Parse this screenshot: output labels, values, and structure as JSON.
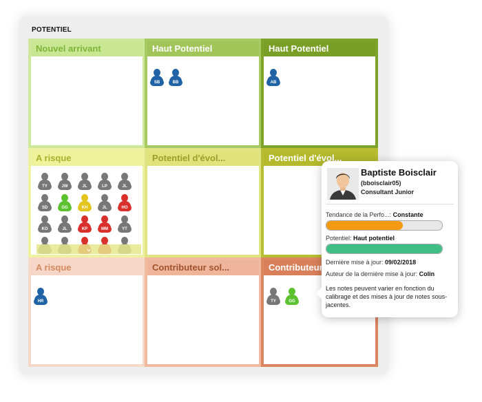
{
  "panel": {
    "title": "POTENTIEL"
  },
  "grid": [
    {
      "id": "nouvel-arrivant",
      "label": "Nouvel arrivant",
      "header_color": "#c9e693",
      "border_color": "#cde89b",
      "text_color": "#7db53a",
      "avatars": []
    },
    {
      "id": "haut-potentiel-1",
      "label": "Haut Potentiel",
      "header_color": "#a1c558",
      "border_color": "#a8ca62",
      "text_color": "#ffffff",
      "avatars": [
        {
          "initials": "SB",
          "color": "#1f63a6"
        },
        {
          "initials": "BB",
          "color": "#1f63a6"
        }
      ]
    },
    {
      "id": "haut-potentiel-2",
      "label": "Haut Potentiel",
      "header_color": "#7a9f27",
      "border_color": "#7ea32b",
      "text_color": "#ffffff",
      "avatars": [
        {
          "initials": "AB",
          "color": "#1f63a6"
        }
      ]
    },
    {
      "id": "a-risque-1",
      "label": "A risque",
      "header_color": "#eef29a",
      "border_color": "#eef2a0",
      "text_color": "#aab12e",
      "avatars": [
        {
          "initials": "TY",
          "color": "#777777"
        },
        {
          "initials": "JW",
          "color": "#777777"
        },
        {
          "initials": "JL",
          "color": "#777777"
        },
        {
          "initials": "LP",
          "color": "#777777"
        },
        {
          "initials": "JL",
          "color": "#777777"
        },
        {
          "initials": "SD",
          "color": "#777777"
        },
        {
          "initials": "GG",
          "color": "#5cc12e"
        },
        {
          "initials": "KH",
          "color": "#e4c51d"
        },
        {
          "initials": "JL",
          "color": "#777777"
        },
        {
          "initials": "HO",
          "color": "#d9302c"
        },
        {
          "initials": "KO",
          "color": "#777777"
        },
        {
          "initials": "JL",
          "color": "#777777"
        },
        {
          "initials": "KP",
          "color": "#d9302c"
        },
        {
          "initials": "MM",
          "color": "#d9302c"
        },
        {
          "initials": "YT",
          "color": "#777777"
        },
        {
          "initials": "",
          "color": "#777777"
        },
        {
          "initials": "",
          "color": "#777777"
        },
        {
          "initials": "",
          "color": "#d9302c"
        },
        {
          "initials": "",
          "color": "#d9302c"
        },
        {
          "initials": "",
          "color": "#777777"
        }
      ]
    },
    {
      "id": "potentiel-evol-1",
      "label": "Potentiel d'évol...",
      "header_color": "#dfe37a",
      "border_color": "#e0e482",
      "text_color": "#9aa02a",
      "avatars": []
    },
    {
      "id": "potentiel-evol-2",
      "label": "Potentiel d'évol...",
      "header_color": "#b4ba2c",
      "border_color": "#b8be34",
      "text_color": "#ffffff",
      "avatars": []
    },
    {
      "id": "a-risque-2",
      "label": "A risque",
      "header_color": "#f6d6c6",
      "border_color": "#f6d8c9",
      "text_color": "#d38a62",
      "avatars": [
        {
          "initials": "HR",
          "color": "#1f63a6"
        }
      ]
    },
    {
      "id": "contributeur-1",
      "label": "Contributeur sol...",
      "header_color": "#efb59b",
      "border_color": "#f0b9a0",
      "text_color": "#a0522d",
      "avatars": []
    },
    {
      "id": "contributeur-2",
      "label": "Contributeur sol...",
      "header_color": "#d9805a",
      "border_color": "#dc8660",
      "text_color": "#ffffff",
      "avatars": [
        {
          "initials": "TY",
          "color": "#777777"
        },
        {
          "initials": "GG",
          "color": "#5cc12e"
        }
      ]
    }
  ],
  "tooltip": {
    "name": "Baptiste Boisclair",
    "login": "(bboisclair05)",
    "role": "Consultant Junior",
    "perf_label": "Tendance de la Perfo...:",
    "perf_value": "Constante",
    "perf_level": 0.66,
    "perf_color": "#f39a12",
    "potential_label": "Potentiel:",
    "potential_value": "Haut potentiel",
    "potential_level": 1.0,
    "potential_color": "#3fbf86",
    "update_label": "Dernière mise à jour:",
    "update_value": "09/02/2018",
    "author_label": "Auteur de la dernière mise à jour:",
    "author_value": "Colin",
    "note": "Les notes peuvent varier en fonction du calibrage et des mises à jour de notes sous-jacentes."
  }
}
